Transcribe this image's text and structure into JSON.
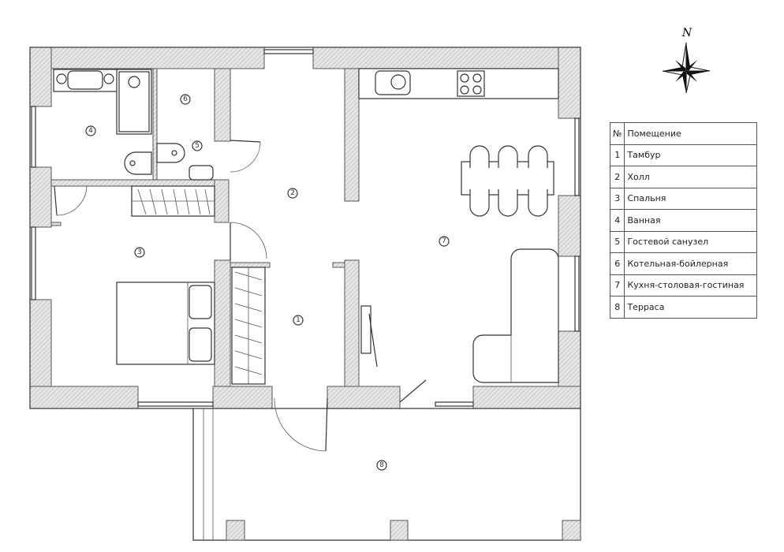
{
  "rooms_table": {
    "header": {
      "num": "№",
      "name": "Помещение"
    },
    "rows": [
      {
        "num": "1",
        "name": "Тамбур"
      },
      {
        "num": "2",
        "name": "Холл"
      },
      {
        "num": "3",
        "name": "Спальня"
      },
      {
        "num": "4",
        "name": "Ванная"
      },
      {
        "num": "5",
        "name": "Гостевой санузел"
      },
      {
        "num": "6",
        "name": "Котельная-бойлерная"
      },
      {
        "num": "7",
        "name": "Кухня-столовая-гостиная"
      },
      {
        "num": "8",
        "name": "Терраса"
      }
    ]
  },
  "compass": {
    "north_label": "N"
  },
  "room_markers": [
    "1",
    "2",
    "3",
    "4",
    "5",
    "6",
    "7",
    "8"
  ]
}
